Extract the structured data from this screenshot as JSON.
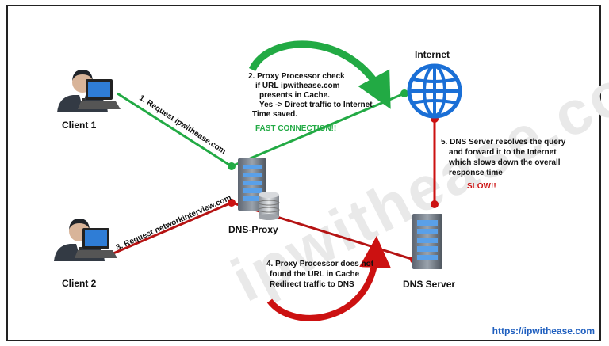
{
  "nodes": {
    "client1": "Client 1",
    "client2": "Client 2",
    "proxy": "DNS-Proxy",
    "internet": "Internet",
    "dns_server": "DNS Server"
  },
  "edges": {
    "request1": "1. Request ipwithease.com",
    "request2": "3. Request networkinterview.com"
  },
  "notes": {
    "cache_hit": [
      "2. Proxy Processor check",
      "if URL ipwithease.com",
      "presents in Cache.",
      "Yes -> Direct traffic to Internet",
      "Time saved."
    ],
    "cache_hit_result": "FAST CONNECTION!!",
    "cache_miss": [
      "4. Proxy Processor does not",
      "found the URL in Cache",
      "Redirect traffic to DNS"
    ],
    "dns_resolve": [
      "5. DNS Server resolves the query",
      "and forward it to the Internet",
      "which slows down the overall",
      "response time"
    ],
    "dns_result": "SLOW!!"
  },
  "watermark": "ipwithease.com",
  "footer": "https://ipwithease.com",
  "colors": {
    "fast": "#22aa44",
    "slow": "#cc1111",
    "link": "#1f5fbf",
    "globe": "#1a6fd6"
  }
}
